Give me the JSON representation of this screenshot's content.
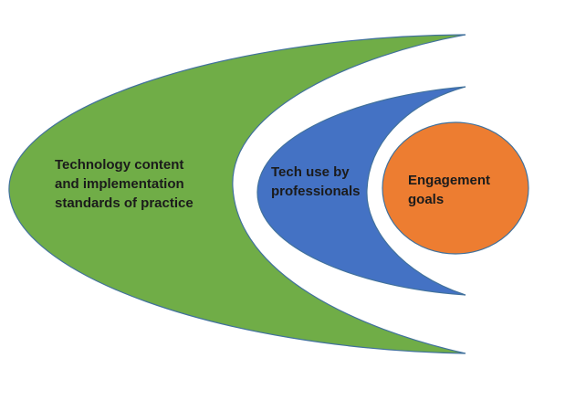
{
  "colors": {
    "outer": "#70ad47",
    "middle": "#4472c4",
    "inner": "#ed7d31",
    "outline": "#41719c",
    "background": "#ffffff"
  },
  "layers": {
    "outer": {
      "lines": [
        "Technology content",
        "and implementation",
        "standards of practice"
      ]
    },
    "middle": {
      "lines": [
        "Tech use by",
        "professionals"
      ]
    },
    "inner": {
      "lines": [
        "Engagement",
        "goals"
      ]
    }
  }
}
